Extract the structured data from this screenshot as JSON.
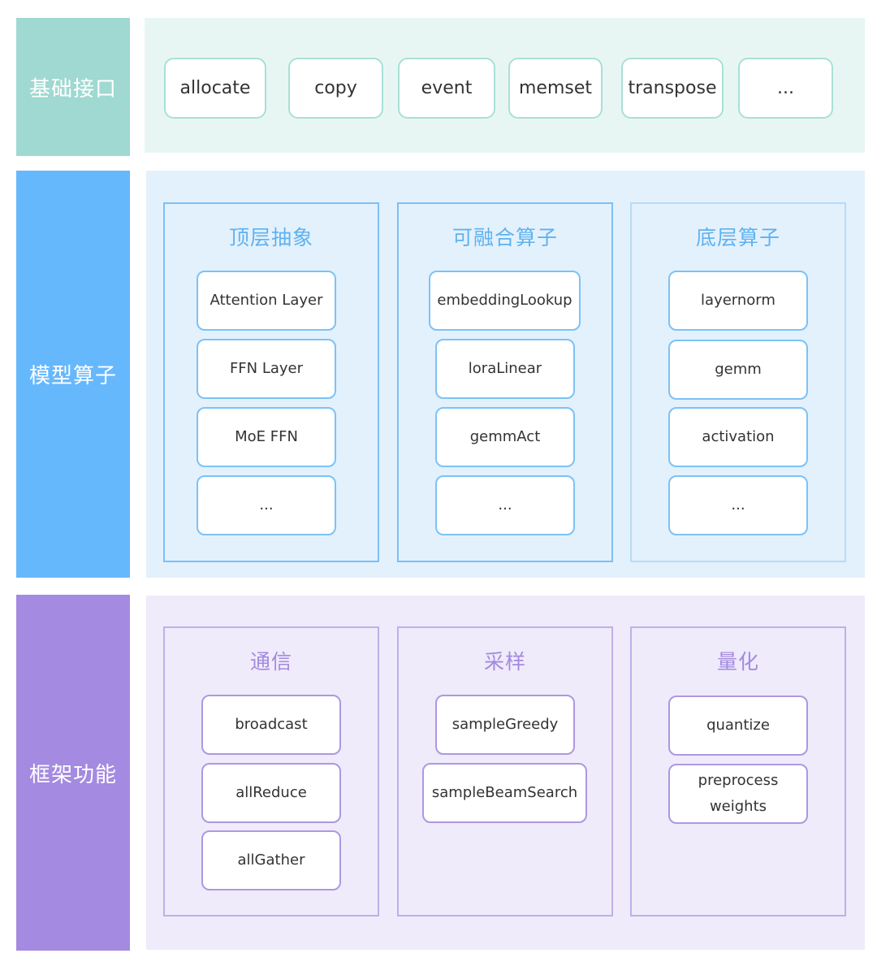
{
  "colors": {
    "row1_side": "#9fd9d1",
    "row1_panel": "#e8f6f3",
    "row1_chip_border": "#a9e0d5",
    "row2_side": "#66b8fd",
    "row2_panel": "#e3f1fd",
    "row2_col_border": "#7dc0f3",
    "row2_col_border_light": "#b6dcf8",
    "row2_title": "#5fb2ef",
    "row2_chip_border": "#7cc2f6",
    "row3_side": "#a48ae0",
    "row3_panel": "#efebfa",
    "row3_col_border": "#c0afe8",
    "row3_title": "#a48ae0",
    "row3_chip_border": "#ad98e2"
  },
  "rows": {
    "basic": {
      "label": "基础接口",
      "items": [
        "allocate",
        "copy",
        "event",
        "memset",
        "transpose",
        "..."
      ]
    },
    "model": {
      "label": "模型算子",
      "columns": [
        {
          "title": "顶层抽象",
          "items": [
            "Attention Layer",
            "FFN Layer",
            "MoE FFN",
            "..."
          ]
        },
        {
          "title": "可融合算子",
          "items": [
            "embeddingLookup",
            "loraLinear",
            "gemmAct",
            "..."
          ]
        },
        {
          "title": "底层算子",
          "items": [
            "layernorm",
            "gemm",
            "activation",
            "..."
          ]
        }
      ]
    },
    "framework": {
      "label": "框架功能",
      "columns": [
        {
          "title": "通信",
          "items": [
            "broadcast",
            "allReduce",
            "allGather"
          ]
        },
        {
          "title": "采样",
          "items": [
            "sampleGreedy",
            "sampleBeamSearch"
          ]
        },
        {
          "title": "量化",
          "items": [
            "quantize",
            "preprocess",
            "weights"
          ]
        }
      ]
    }
  }
}
